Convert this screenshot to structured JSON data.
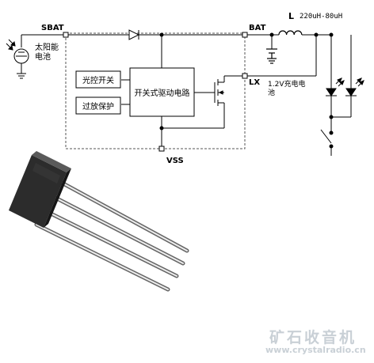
{
  "pins": {
    "sbat": "SBAT",
    "bat": "BAT",
    "lx": "LX",
    "vss": "VSS"
  },
  "labels": {
    "solar_panel_line1": "太阳能",
    "solar_panel_line2": "电池",
    "inductor_name": "L",
    "inductor_value": "220uH-80uH",
    "battery_line1": "1.2V充电电",
    "battery_line2": "池"
  },
  "blocks": {
    "light_switch": "光控开关",
    "over_discharge": "过放保护",
    "driver": "开关式驱动电路"
  },
  "watermark": {
    "cn": "矿石收音机",
    "url": "www.crystalradio.cn"
  }
}
